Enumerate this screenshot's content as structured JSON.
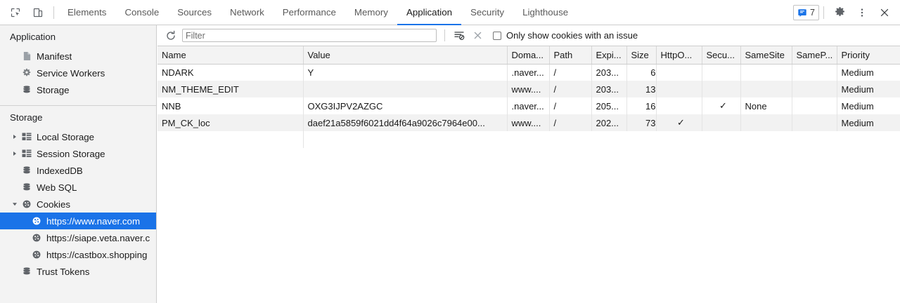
{
  "devtools": {
    "toolbar_icons": [
      {
        "name": "inspect-element-icon",
        "title": "Inspect"
      },
      {
        "name": "device-toolbar-icon",
        "title": "Toggle device toolbar"
      }
    ],
    "tabs": [
      {
        "label": "Elements",
        "active": false
      },
      {
        "label": "Console",
        "active": false
      },
      {
        "label": "Sources",
        "active": false
      },
      {
        "label": "Network",
        "active": false
      },
      {
        "label": "Performance",
        "active": false
      },
      {
        "label": "Memory",
        "active": false
      },
      {
        "label": "Application",
        "active": true
      },
      {
        "label": "Security",
        "active": false
      },
      {
        "label": "Lighthouse",
        "active": false
      }
    ],
    "issues": {
      "icon": "issues-icon",
      "count": "7",
      "color": "#1a73e8"
    },
    "settings_icon": "gear-icon",
    "more_icon": "kebab-menu-icon",
    "close_icon": "close-icon"
  },
  "sidebar": {
    "sections": [
      {
        "title": "Application",
        "items": [
          {
            "label": "Manifest",
            "icon": "document-icon",
            "indent": 1,
            "twisty": "none",
            "selected": false
          },
          {
            "label": "Service Workers",
            "icon": "gear-icon",
            "indent": 1,
            "twisty": "none",
            "selected": false
          },
          {
            "label": "Storage",
            "icon": "database-icon",
            "indent": 1,
            "twisty": "none",
            "selected": false
          }
        ]
      },
      {
        "title": "Storage",
        "items": [
          {
            "label": "Local Storage",
            "icon": "table-icon",
            "indent": 2,
            "twisty": "collapsed",
            "selected": false
          },
          {
            "label": "Session Storage",
            "icon": "table-icon",
            "indent": 2,
            "twisty": "collapsed",
            "selected": false
          },
          {
            "label": "IndexedDB",
            "icon": "database-icon",
            "indent": 1,
            "twisty": "none",
            "selected": false
          },
          {
            "label": "Web SQL",
            "icon": "database-icon",
            "indent": 1,
            "twisty": "none",
            "selected": false
          },
          {
            "label": "Cookies",
            "icon": "cookie-icon",
            "indent": 2,
            "twisty": "expanded",
            "selected": false
          },
          {
            "label": "https://www.naver.com",
            "icon": "cookie-icon",
            "indent": 3,
            "twisty": "none",
            "selected": true
          },
          {
            "label": "https://siape.veta.naver.c",
            "icon": "cookie-icon",
            "indent": 3,
            "twisty": "none",
            "selected": false
          },
          {
            "label": "https://castbox.shopping",
            "icon": "cookie-icon",
            "indent": 3,
            "twisty": "none",
            "selected": false
          },
          {
            "label": "Trust Tokens",
            "icon": "database-icon",
            "indent": 1,
            "twisty": "none",
            "selected": false
          }
        ]
      }
    ]
  },
  "toolbar": {
    "refresh_icon": "refresh-icon",
    "filter_placeholder": "Filter",
    "filter_value": "",
    "clear_filtered_icon": "clear-filtered-out-icon",
    "clear_all_icon": "clear-all-icon",
    "issue_checkbox_label": "Only show cookies with an issue",
    "issue_checkbox_checked": false
  },
  "table": {
    "columns": [
      {
        "key": "name",
        "label": "Name"
      },
      {
        "key": "value",
        "label": "Value"
      },
      {
        "key": "domain",
        "label": "Doma..."
      },
      {
        "key": "path",
        "label": "Path"
      },
      {
        "key": "expires",
        "label": "Expi..."
      },
      {
        "key": "size",
        "label": "Size"
      },
      {
        "key": "httponly",
        "label": "HttpO..."
      },
      {
        "key": "secure",
        "label": "Secu..."
      },
      {
        "key": "samesite",
        "label": "SameSite"
      },
      {
        "key": "sameparty",
        "label": "SameP..."
      },
      {
        "key": "priority",
        "label": "Priority"
      }
    ],
    "rows": [
      {
        "name": "NDARK",
        "value": "Y",
        "domain": ".naver...",
        "path": "/",
        "expires": "203...",
        "size": "6",
        "httponly": "",
        "secure": "",
        "samesite": "",
        "sameparty": "",
        "priority": "Medium"
      },
      {
        "name": "NM_THEME_EDIT",
        "value": "",
        "domain": "www....",
        "path": "/",
        "expires": "203...",
        "size": "13",
        "httponly": "",
        "secure": "",
        "samesite": "",
        "sameparty": "",
        "priority": "Medium"
      },
      {
        "name": "NNB",
        "value": "OXG3IJPV2AZGC",
        "domain": ".naver...",
        "path": "/",
        "expires": "205...",
        "size": "16",
        "httponly": "",
        "secure": "✓",
        "samesite": "None",
        "sameparty": "",
        "priority": "Medium"
      },
      {
        "name": "PM_CK_loc",
        "value": "daef21a5859f6021dd4f64a9026c7964e00...",
        "domain": "www....",
        "path": "/",
        "expires": "202...",
        "size": "73",
        "httponly": "✓",
        "secure": "",
        "samesite": "",
        "sameparty": "",
        "priority": "Medium"
      }
    ]
  }
}
